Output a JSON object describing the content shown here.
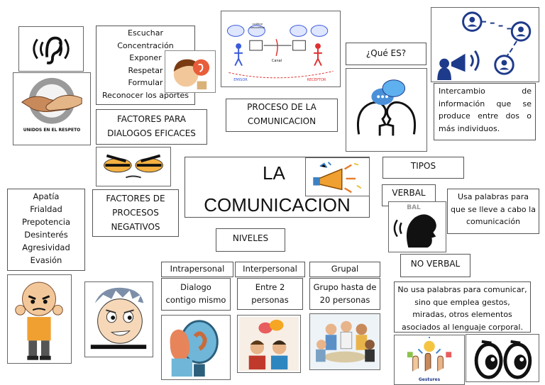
{
  "title": {
    "line1": "LA",
    "line2": "COMUNICACION"
  },
  "factores_eficaces": {
    "items": [
      "Escuchar",
      "Concentración",
      "Exponer",
      "Respetar",
      "Formular",
      "Reconocer los aportes"
    ],
    "label": "FACTORES PARA DIALOGOS EFICACES"
  },
  "proceso": {
    "label": "PROCESO DE LA COMUNICACION",
    "diagram": {
      "emisor": "EMISOR",
      "receptor": "RECEPTOR",
      "canal": "Canal",
      "codificar": "codificar descodificar"
    }
  },
  "que_es": {
    "question": "¿Qué ES?",
    "answer": "Intercambio de información que se produce entre dos o más individuos."
  },
  "respeto": {
    "caption": "UNIDOS EN EL RESPETO"
  },
  "factores_negativos": {
    "label": "FACTORES DE PROCESOS NEGATIVOS",
    "items": [
      "Apatía",
      "Frialdad",
      "Prepotencia",
      "Desinterés",
      "Agresividad",
      "Evasión"
    ]
  },
  "tipos": {
    "label": "TIPOS",
    "verbal": {
      "label": "VERBAL",
      "description": "Usa palabras para que se lleve a cabo la comunicación",
      "image_text": "BAL"
    },
    "no_verbal": {
      "label": "NO VERBAL",
      "description": "No usa palabras para comunicar, sino que emplea gestos, miradas, otros elementos asociados al lenguaje corporal.",
      "image_text": "Gestures"
    }
  },
  "niveles": {
    "label": "NIVELES",
    "columns": [
      {
        "name": "Intrapersonal",
        "description": "Dialogo contigo mismo"
      },
      {
        "name": "Interpersonal",
        "description": "Entre 2 personas"
      },
      {
        "name": "Grupal",
        "description": "Grupo hasta de 20 personas"
      }
    ]
  },
  "colors": {
    "border": "#555555",
    "accent_blue": "#1e3a8a",
    "face_yellow": "#f5b041",
    "skin": "#f2c89b",
    "red": "#d32f2f"
  },
  "icons": [
    "ear-icon",
    "handshake-icon",
    "speech-bubbles-heads-icon",
    "network-megaphone-icon",
    "megaphone-icon",
    "speaking-head-icon",
    "eyes-icon"
  ]
}
